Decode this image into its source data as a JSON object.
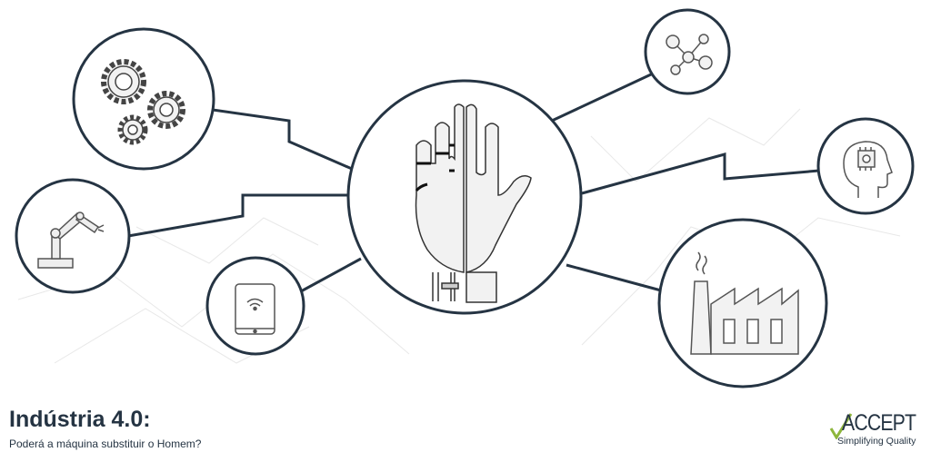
{
  "title": "Indústria 4.0:",
  "subtitle": "Poderá a máquina substituir o Homem?",
  "logo": {
    "word": "ACCEPT",
    "tagline": "Simplifying Quality",
    "accent_color": "#8db63c"
  },
  "colors": {
    "stroke": "#253443",
    "fill": "#f2f2f2"
  },
  "nodes": [
    {
      "icon": "robot-human-hand-icon"
    },
    {
      "icon": "gears-icon"
    },
    {
      "icon": "robot-arm-icon"
    },
    {
      "icon": "tablet-wifi-icon"
    },
    {
      "icon": "network-nodes-icon"
    },
    {
      "icon": "ai-head-chip-icon"
    },
    {
      "icon": "factory-icon"
    }
  ]
}
